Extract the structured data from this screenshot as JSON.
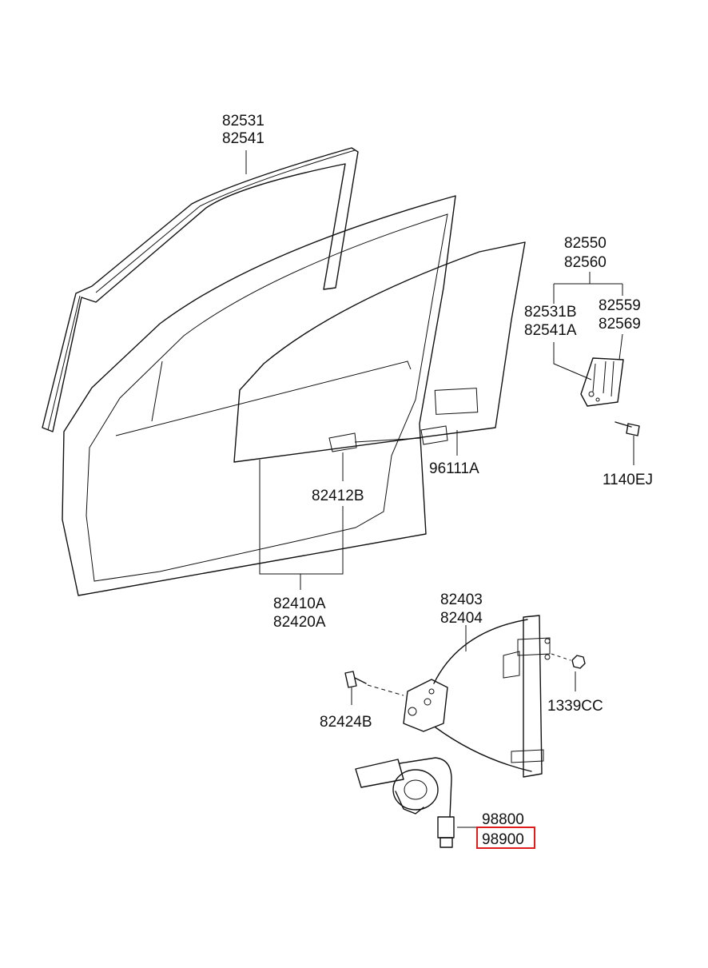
{
  "labels": {
    "l1a": "82531",
    "l1b": "82541",
    "l2a": "82550",
    "l2b": "82560",
    "l3a": "82531B",
    "l3b": "82541A",
    "l4a": "82559",
    "l4b": "82569",
    "l5": "96111A",
    "l6": "1140EJ",
    "l7": "82412B",
    "l8a": "82410A",
    "l8b": "82420A",
    "l9a": "82403",
    "l9b": "82404",
    "l10": "1339CC",
    "l11": "82424B",
    "l12a": "98800",
    "l12b": "98900"
  },
  "highlighted_part": "98900",
  "highlight_color": "#e01b1b"
}
